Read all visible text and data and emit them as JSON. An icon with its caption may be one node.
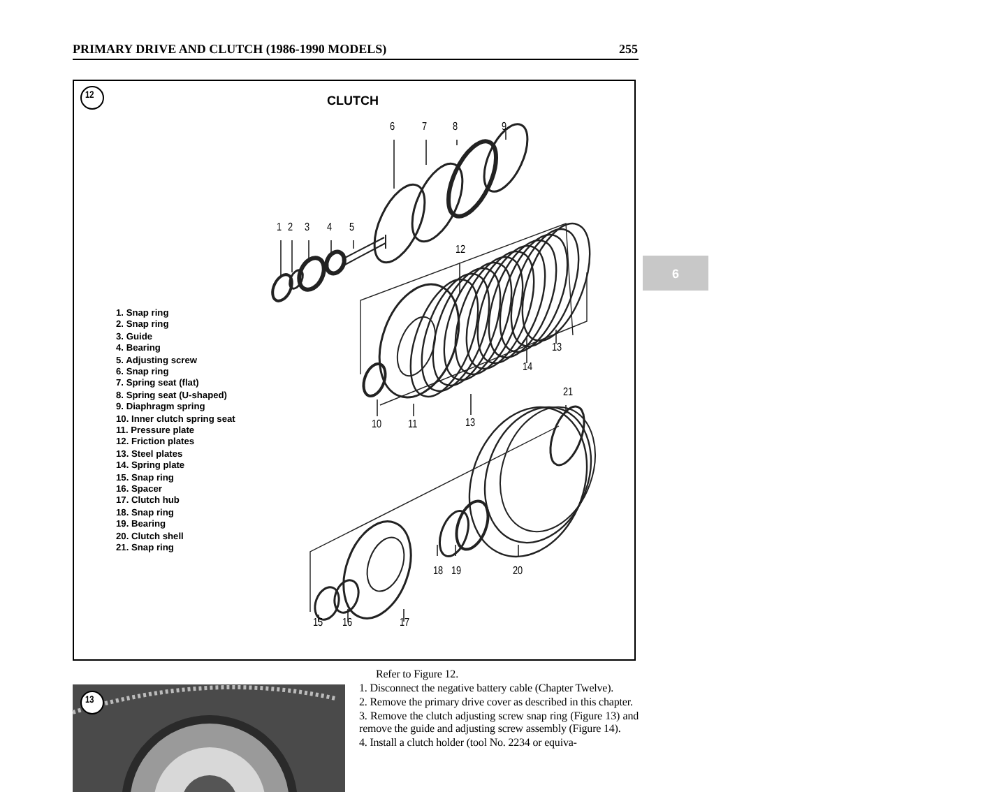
{
  "diagram": {
    "title": "PRIMARY DRIVE AND CLUTCH (1986-1990 MODELS)",
    "labels": [
      "255",
      "6",
      "12",
      "CLUTCH",
      "1. Snap ring",
      "2. Snap ring",
      "3. Guide",
      "4. Bearing",
      "5. Adjusting screw",
      "6. Snap ring",
      "7. Spring seat (flat)",
      "8. Spring seat (U-shaped)",
      "9. Diaphragm spring",
      "10. Inner clutch spring seat",
      "11. Pressure plate",
      "12. Friction plates",
      "13. Steel plates",
      "14. Spring plate",
      "15. Snap ring",
      "16. Spacer",
      "17. Clutch hub",
      "18. Snap ring",
      "19. Bearing",
      "20. Clutch shell",
      "21. Snap ring",
      "6",
      "7",
      "8",
      "9",
      "1",
      "2",
      "3",
      "4",
      "5",
      "12",
      "13",
      "14",
      "21",
      "10",
      "11",
      "13",
      "18",
      "19",
      "20",
      "15",
      "16",
      "17",
      "13",
      "Refer to Figure 12.",
      "1. Disconnect the negative battery cable (Chapter Twelve).",
      "2. Remove the primary drive cover as described in this chapter.",
      "3. Remove the clutch adjusting screw snap ring (Figure 13) and remove the guide and adjusting screw assembly (Figure 14).",
      "4. Install a clutch holder (tool No. 2234 or equiva-"
    ]
  }
}
